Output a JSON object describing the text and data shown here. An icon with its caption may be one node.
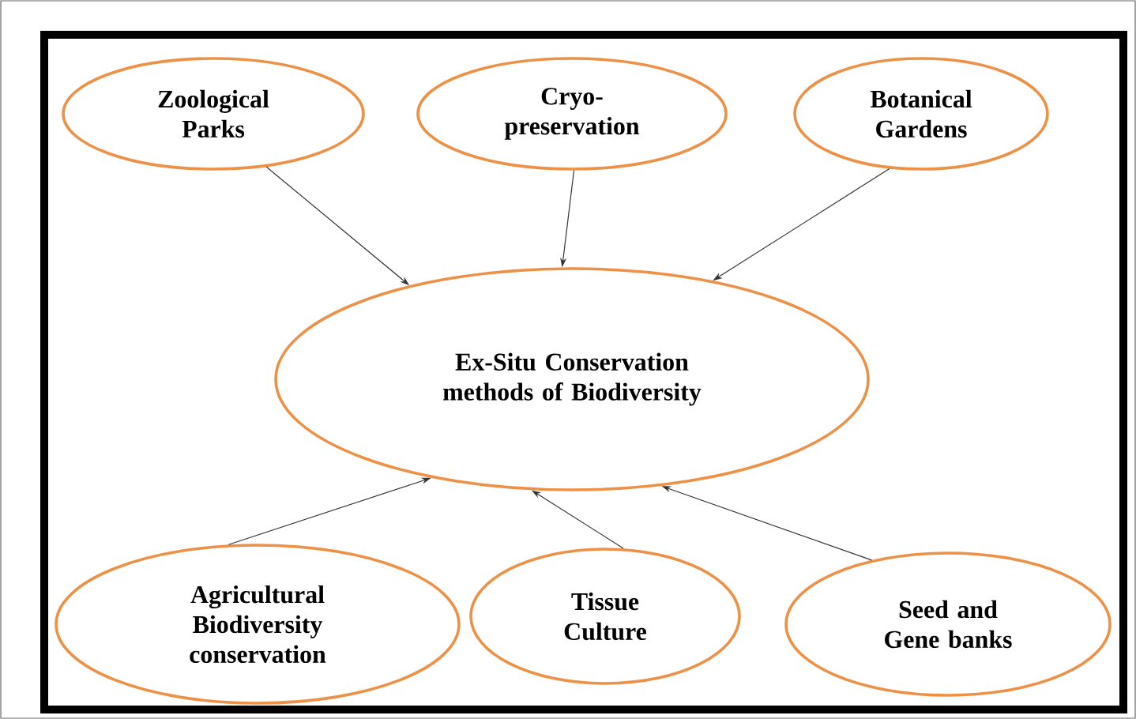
{
  "diagram": {
    "nodes": [
      {
        "text": [
          "Zoological Parks"
        ]
      },
      {
        "text": [
          "Cryo-preservation"
        ]
      },
      {
        "text": [
          "Botanical Gardens"
        ]
      },
      {
        "text": [
          "Ex-Situ Conservation methods of Biodiversity"
        ]
      },
      {
        "text": [
          "Agricultural Biodiversity conservation"
        ]
      },
      {
        "text": [
          "Tissue Culture"
        ]
      },
      {
        "text": [
          "Seed and Gene banks"
        ]
      }
    ],
    "edges": [
      {
        "from": 0,
        "to": 3,
        "arrow": "to"
      },
      {
        "from": 1,
        "to": 3,
        "arrow": "to"
      },
      {
        "from": 2,
        "to": 3,
        "arrow": "to"
      },
      {
        "from": 4,
        "to": 3,
        "arrow": "to"
      },
      {
        "from": 5,
        "to": 3,
        "arrow": "to"
      },
      {
        "from": 6,
        "to": 3,
        "arrow": "to"
      }
    ]
  }
}
